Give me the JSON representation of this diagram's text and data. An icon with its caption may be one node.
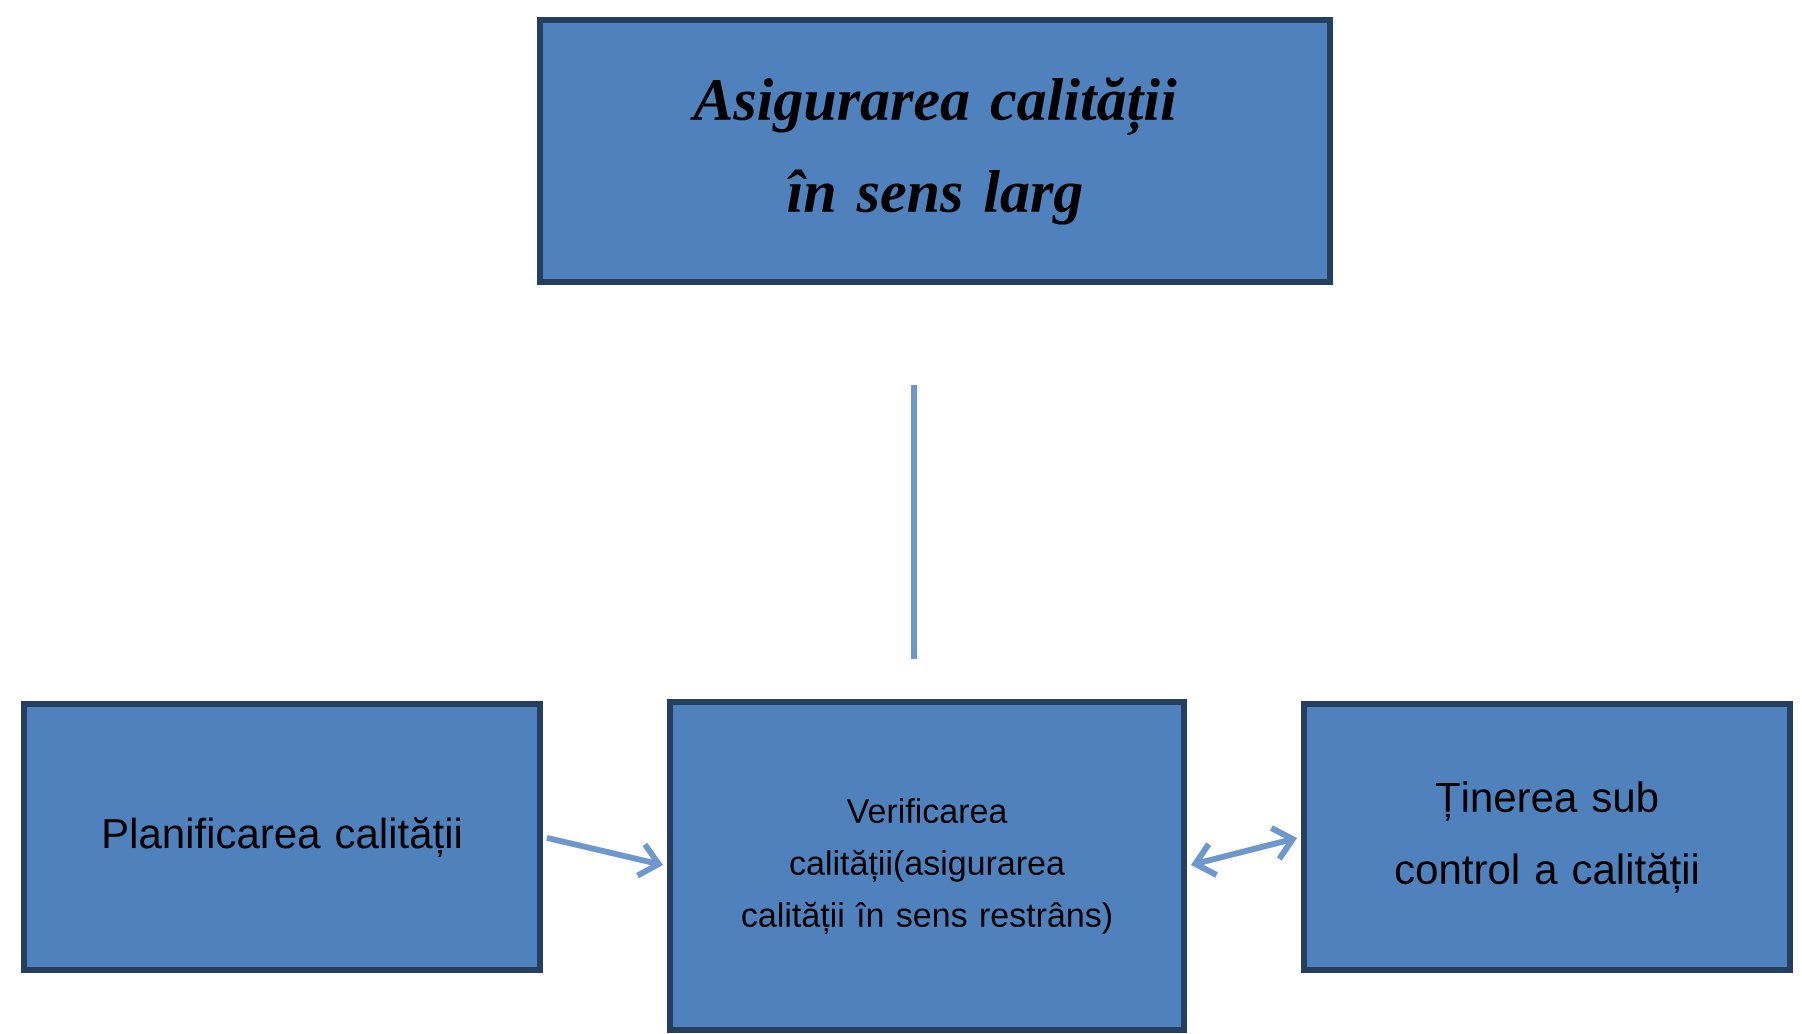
{
  "diagram": {
    "nodes": [
      {
        "text": [
          "Asigurarea calității în sens larg"
        ]
      },
      {
        "text": [
          "Planificarea calității"
        ]
      },
      {
        "text": [
          "Verificarea calității(asigurarea calității în sens restrâns)"
        ]
      },
      {
        "text": [
          "Ținerea sub control a calității"
        ]
      }
    ],
    "edges": [
      {
        "from": 0,
        "to": 2,
        "arrow": "none"
      },
      {
        "from": 1,
        "to": 2,
        "arrow": "to"
      },
      {
        "from": 2,
        "to": 3,
        "arrow": "both"
      }
    ]
  }
}
